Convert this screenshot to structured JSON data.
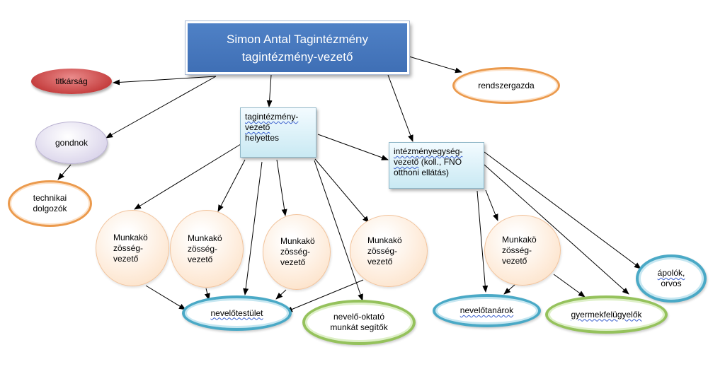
{
  "diagram": {
    "root": {
      "line1": "Simon Antal Tagintézmény",
      "line2": "tagintézmény-vezető"
    },
    "titkarsag": "titkárság",
    "rendszergazda": "rendszergazda",
    "gondnok": "gondnok",
    "technikai": {
      "line1": "technikai",
      "line2": "dolgozók"
    },
    "deputy": {
      "line1": "tagintézmény-",
      "line2": "vezető",
      "line3": "helyettes"
    },
    "unit_lead": {
      "line1": "intézményegység-",
      "line2a": "vezető",
      "line2b": " (koll., FNO",
      "line3": "otthoni ellátás)"
    },
    "community_lead": {
      "line1": "Munkakö",
      "line2": "zösség-",
      "line3": "vezető"
    },
    "nevelotestulet": "nevelőtestület",
    "nevelo_oktato": {
      "line1": "nevelő-oktató",
      "line2": "munkát segítők"
    },
    "nevelotanarok": "nevelőtanárok",
    "gyermekfelugyelok": "gyermekfelügyelők",
    "apolok": {
      "line1": "ápolók,",
      "line2": "orvos"
    }
  },
  "colors": {
    "root_fill": "#4f81c6",
    "titkarsag_fill": "#c43c3c",
    "orange_outline": "#eb9a4d",
    "blue_outline": "#4aa9c6",
    "green_outline": "#95c25c",
    "circle_fill": "#fde6d0"
  }
}
